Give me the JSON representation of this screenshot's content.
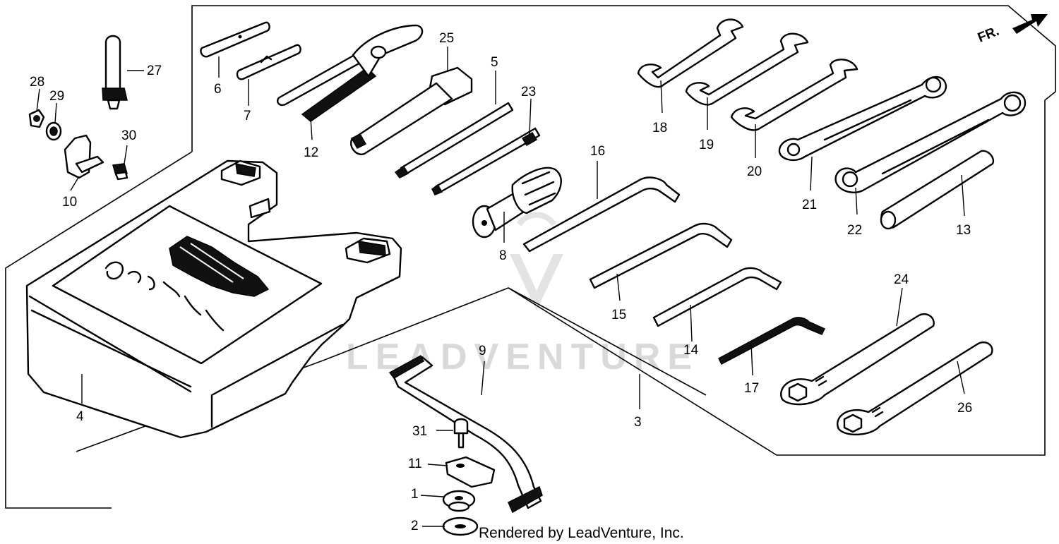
{
  "direction_label": "FR.",
  "credit": "Rendered by LeadVenture, Inc.",
  "watermark": "LEADVENTURE",
  "callouts": [
    {
      "id": "c1",
      "label": "1"
    },
    {
      "id": "c2",
      "label": "2"
    },
    {
      "id": "c3",
      "label": "3"
    },
    {
      "id": "c4",
      "label": "4"
    },
    {
      "id": "c5",
      "label": "5"
    },
    {
      "id": "c6",
      "label": "6"
    },
    {
      "id": "c7",
      "label": "7"
    },
    {
      "id": "c8",
      "label": "8"
    },
    {
      "id": "c9",
      "label": "9"
    },
    {
      "id": "c10",
      "label": "10"
    },
    {
      "id": "c11",
      "label": "11"
    },
    {
      "id": "c12",
      "label": "12"
    },
    {
      "id": "c13",
      "label": "13"
    },
    {
      "id": "c14",
      "label": "14"
    },
    {
      "id": "c15",
      "label": "15"
    },
    {
      "id": "c16",
      "label": "16"
    },
    {
      "id": "c17",
      "label": "17"
    },
    {
      "id": "c18",
      "label": "18"
    },
    {
      "id": "c19",
      "label": "19"
    },
    {
      "id": "c20",
      "label": "20"
    },
    {
      "id": "c21",
      "label": "21"
    },
    {
      "id": "c22",
      "label": "22"
    },
    {
      "id": "c23",
      "label": "23"
    },
    {
      "id": "c24",
      "label": "24"
    },
    {
      "id": "c25",
      "label": "25"
    },
    {
      "id": "c26",
      "label": "26"
    },
    {
      "id": "c27",
      "label": "27"
    },
    {
      "id": "c28",
      "label": "28"
    },
    {
      "id": "c29",
      "label": "29"
    },
    {
      "id": "c30",
      "label": "30"
    },
    {
      "id": "c31",
      "label": "31"
    }
  ]
}
